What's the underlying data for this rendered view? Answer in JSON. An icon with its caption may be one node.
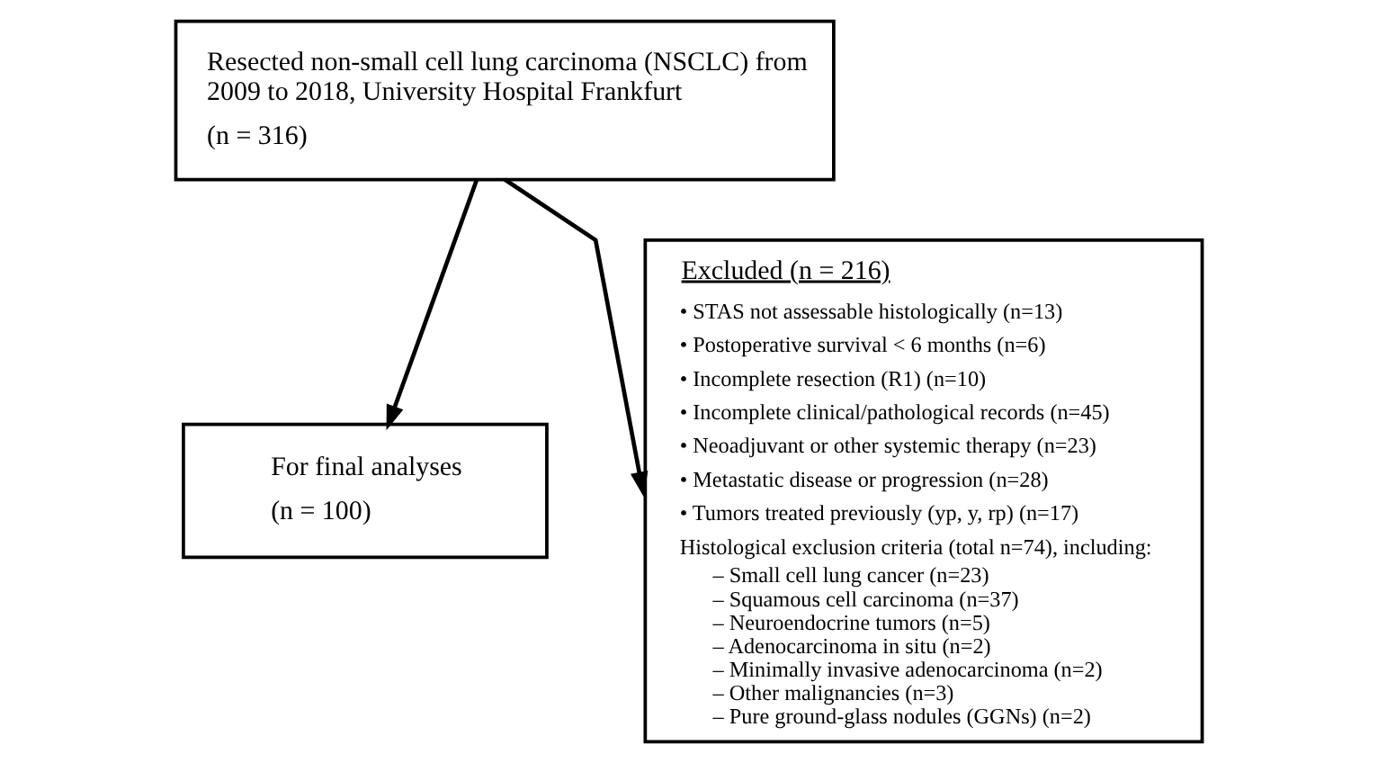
{
  "diagram": {
    "nodes": [
      {
        "text": [
          "Resected non-small cell lung carcinoma (NSCLC) from 2009 to 2018, University Hospital Frankfurt",
          "(n = 316)"
        ]
      },
      {
        "text": [
          "For final analyses",
          "(n = 100)"
        ]
      },
      {
        "text": [
          "Excluded (n = 216)",
          "• STAS not assessable histologically (n=13)",
          "• Postoperative survival < 6 months (n=6)",
          "• Incomplete resection (R1) (n=10)",
          "• Incomplete clinical/pathological records (n=45)",
          "• Neoadjuvant or other systemic therapy (n=23)",
          "• Metastatic disease or progression (n=28)",
          "• Tumors treated previously (yp, y, rp) (n=17)",
          "Histological exclusion criteria (total n=74), including:",
          "– Small cell lung cancer (n=23)",
          "– Squamous cell carcinoma (n=37)",
          "– Neuroendocrine tumors (n=5)",
          "– Adenocarcinoma in situ (n=2)",
          "– Minimally invasive adenocarcinoma (n=2)",
          "– Other malignancies (n=3)",
          "– Pure ground-glass nodules (GGNs) (n=2)"
        ]
      }
    ],
    "edges": [
      {
        "from": 0,
        "to": 1,
        "arrow": "to"
      },
      {
        "from": 0,
        "to": 2,
        "arrow": "to"
      }
    ]
  }
}
